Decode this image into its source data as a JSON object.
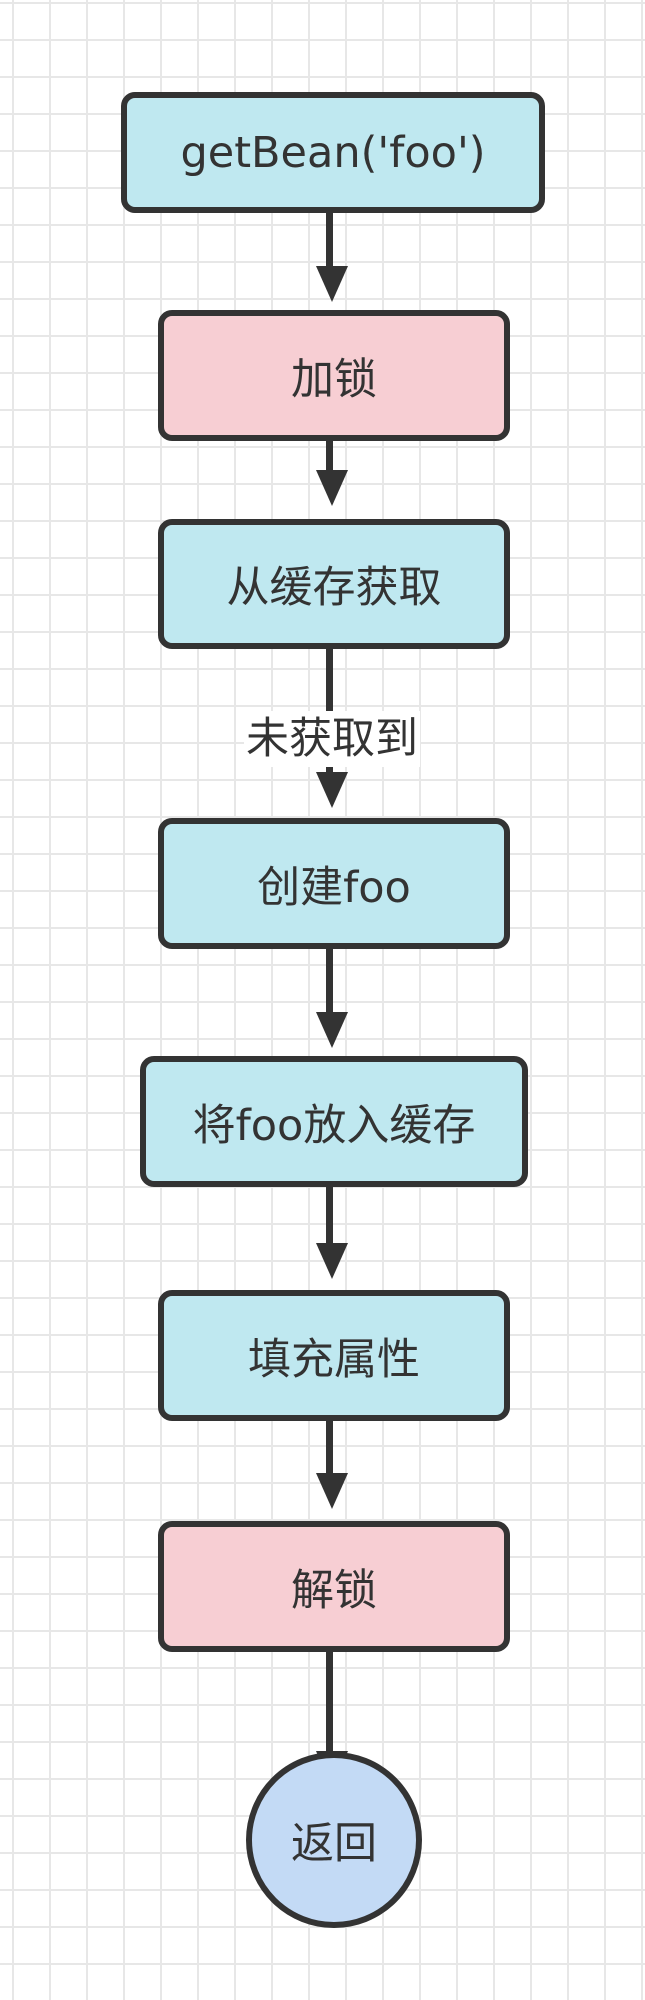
{
  "diagram": {
    "nodes": [
      {
        "id": "get-bean",
        "label": "getBean('foo')",
        "shape": "rounded-rect",
        "fill": "#bfe8f0"
      },
      {
        "id": "lock",
        "label": "加锁",
        "shape": "rounded-rect",
        "fill": "#f7ced3"
      },
      {
        "id": "get-from-cache",
        "label": "从缓存获取",
        "shape": "rounded-rect",
        "fill": "#bfe8f0"
      },
      {
        "id": "create-foo",
        "label": "创建foo",
        "shape": "rounded-rect",
        "fill": "#bfe8f0"
      },
      {
        "id": "put-in-cache",
        "label": "将foo放入缓存",
        "shape": "rounded-rect",
        "fill": "#bfe8f0"
      },
      {
        "id": "fill-properties",
        "label": "填充属性",
        "shape": "rounded-rect",
        "fill": "#bfe8f0"
      },
      {
        "id": "unlock",
        "label": "解锁",
        "shape": "rounded-rect",
        "fill": "#f7ced3"
      },
      {
        "id": "return",
        "label": "返回",
        "shape": "circle",
        "fill": "#c3daf5"
      }
    ],
    "edges": [
      {
        "from": "get-bean",
        "to": "lock",
        "label": ""
      },
      {
        "from": "lock",
        "to": "get-from-cache",
        "label": ""
      },
      {
        "from": "get-from-cache",
        "to": "create-foo",
        "label": "未获取到"
      },
      {
        "from": "create-foo",
        "to": "put-in-cache",
        "label": ""
      },
      {
        "from": "put-in-cache",
        "to": "fill-properties",
        "label": ""
      },
      {
        "from": "fill-properties",
        "to": "unlock",
        "label": ""
      },
      {
        "from": "unlock",
        "to": "return",
        "label": ""
      }
    ],
    "colors": {
      "stroke": "#333333",
      "grid": "#e7e7e7"
    }
  }
}
